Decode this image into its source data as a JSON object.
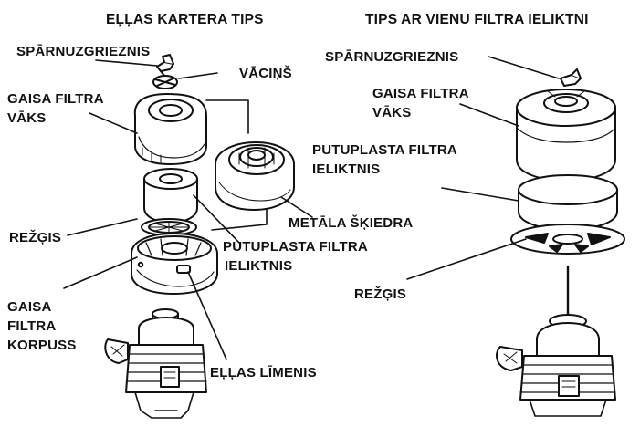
{
  "headings": {
    "left": "EĻĻAS KARTERA TIPS",
    "right": "TIPS AR VIENU FILTRA IELIKTNI"
  },
  "left_labels": {
    "wing_nut": "SPĀRNUZGRIEZNIS",
    "cap": "VĀCIŅŠ",
    "cover_line1": "GAISA FILTRA",
    "cover_line2": "VĀKS",
    "grid": "REŽĢIS",
    "metal_fiber": "METĀLA ŠĶIEDRA",
    "foam_line1": "PUTUPLASTA FILTRA",
    "foam_line2": "IELIKTNIS",
    "housing_line1": "GAISA",
    "housing_line2": "FILTRA",
    "housing_line3": "KORPUSS",
    "oil_level": "EĻĻAS LĪMENIS"
  },
  "right_labels": {
    "wing_nut": "SPĀRNUZGRIEZNIS",
    "cover_line1": "GAISA FILTRA",
    "cover_line2": "VĀKS",
    "foam_line1": "PUTUPLASTA FILTRA",
    "foam_line2": "IELIKTNIS",
    "grid": "REŽĢIS"
  }
}
